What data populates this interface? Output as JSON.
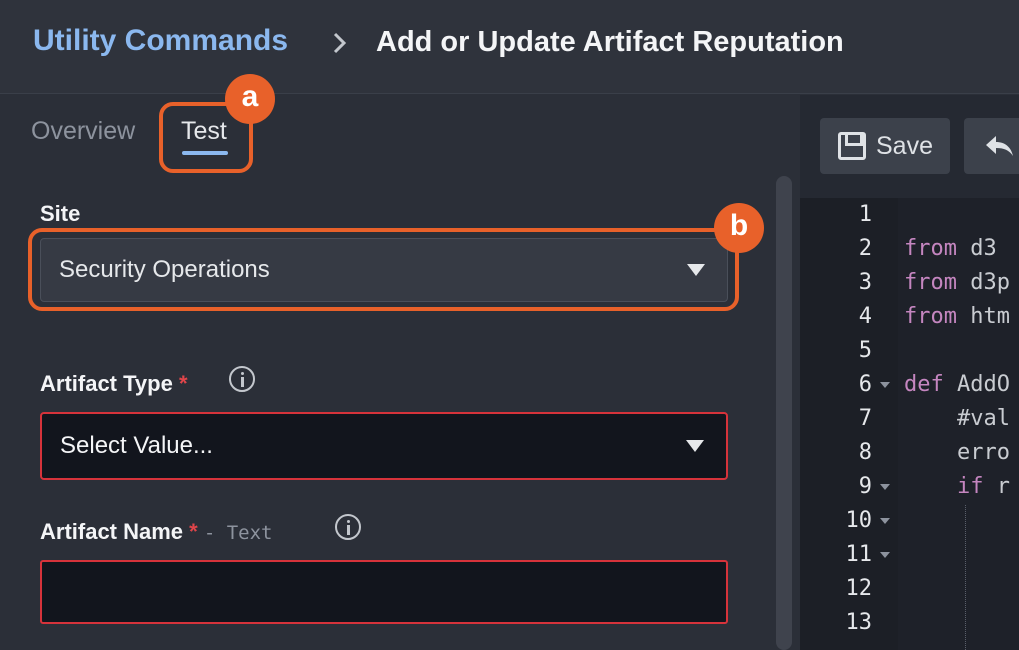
{
  "breadcrumb": {
    "parent": "Utility Commands",
    "current": "Add or Update Artifact Reputation"
  },
  "tabs": [
    {
      "label": "Overview"
    },
    {
      "label": "Test"
    }
  ],
  "annotations": {
    "a": "a",
    "b": "b"
  },
  "form": {
    "site": {
      "label": "Site",
      "value": "Security Operations"
    },
    "artifact_type": {
      "label": "Artifact Type",
      "required": "*",
      "placeholder": "Select Value..."
    },
    "artifact_name": {
      "label": "Artifact Name",
      "required": "*",
      "hint": "- Text",
      "value": ""
    }
  },
  "editor": {
    "save_label": "Save",
    "line_numbers": [
      "1",
      "2",
      "3",
      "4",
      "5",
      "6",
      "7",
      "8",
      "9",
      "10",
      "11",
      "12",
      "13"
    ],
    "lines": [
      {
        "kw": "",
        "text": ""
      },
      {
        "kw": "from",
        "text": " d3"
      },
      {
        "kw": "from",
        "text": " d3p"
      },
      {
        "kw": "from",
        "text": " htm"
      },
      {
        "kw": "",
        "text": ""
      },
      {
        "kw": "def",
        "text": " AddO"
      },
      {
        "kw": "",
        "text": "    #val"
      },
      {
        "kw": "",
        "text": "    erro"
      },
      {
        "kw": "    if",
        "text": " r"
      }
    ]
  },
  "colors": {
    "accent": "#8bb8ef",
    "callout": "#e8612a",
    "error_border": "#d6333b",
    "keyword": "#c586c0"
  }
}
